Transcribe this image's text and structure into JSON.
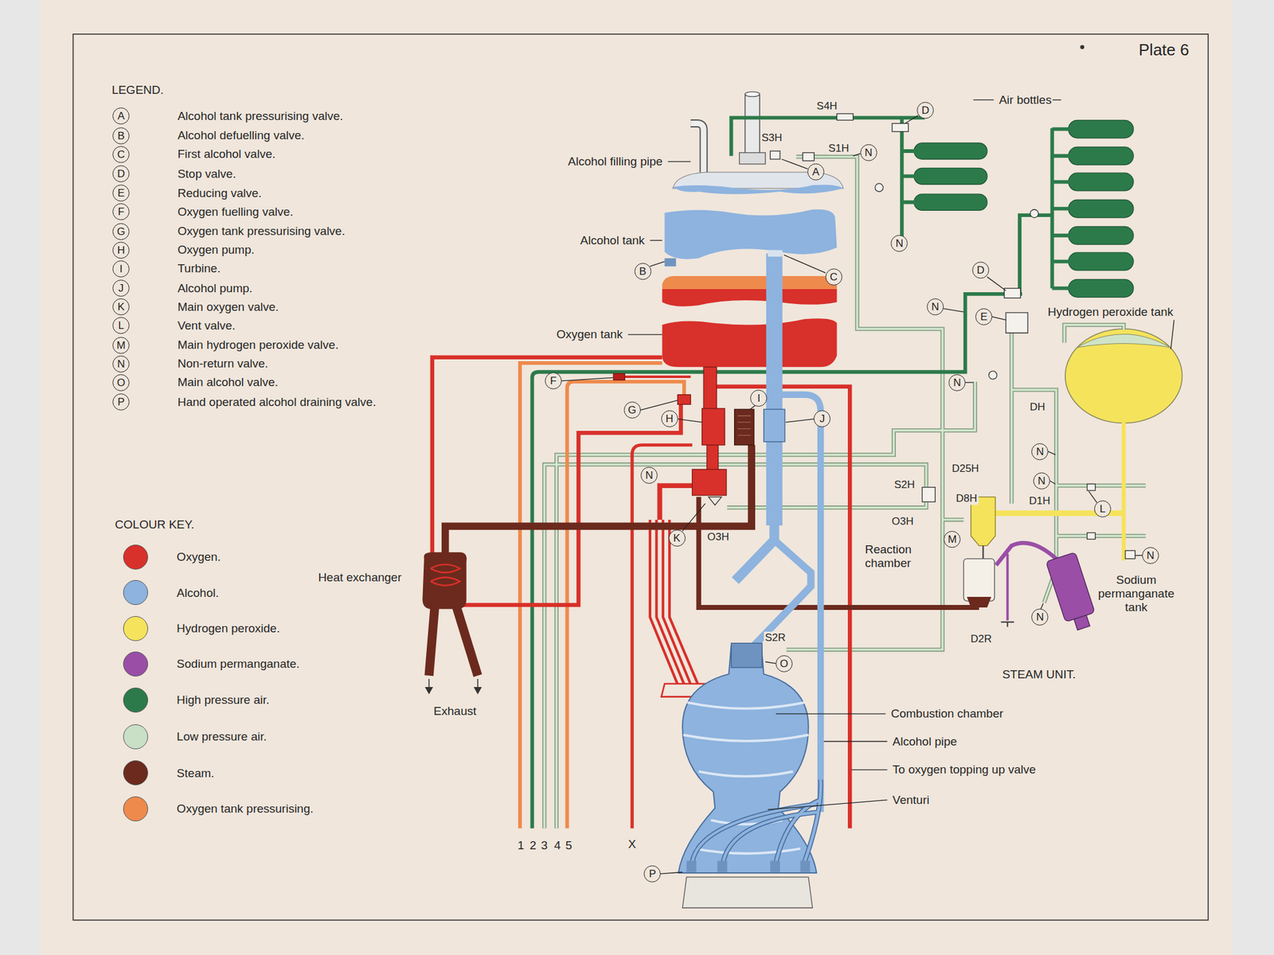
{
  "diagram": {
    "nodes": [
      {
        "text": [
          "A"
        ]
      },
      {
        "text": [
          "B"
        ]
      },
      {
        "text": [
          "C"
        ]
      },
      {
        "text": [
          "D"
        ]
      },
      {
        "text": [
          "E"
        ]
      },
      {
        "text": [
          "F"
        ]
      },
      {
        "text": [
          "G"
        ]
      },
      {
        "text": [
          "H"
        ]
      },
      {
        "text": [
          "I"
        ]
      },
      {
        "text": [
          "J"
        ]
      },
      {
        "text": [
          "K"
        ]
      },
      {
        "text": [
          "L"
        ]
      },
      {
        "text": [
          "M"
        ]
      },
      {
        "text": [
          "N"
        ]
      },
      {
        "text": [
          "O"
        ]
      },
      {
        "text": [
          "P"
        ]
      },
      {
        "text": [
          "A"
        ]
      },
      {
        "text": [
          "B"
        ]
      },
      {
        "text": [
          "C"
        ]
      },
      {
        "text": [
          "D"
        ]
      },
      {
        "text": [
          "N"
        ]
      },
      {
        "text": [
          "N"
        ]
      },
      {
        "text": [
          "D"
        ]
      },
      {
        "text": [
          "N"
        ]
      },
      {
        "text": [
          "E"
        ]
      },
      {
        "text": [
          "F"
        ]
      },
      {
        "text": [
          "N"
        ]
      },
      {
        "text": [
          "I"
        ]
      },
      {
        "text": [
          "G"
        ]
      },
      {
        "text": [
          "H"
        ]
      },
      {
        "text": [
          "J"
        ]
      },
      {
        "text": [
          "N"
        ]
      },
      {
        "text": [
          "N"
        ]
      },
      {
        "text": [
          "N"
        ]
      },
      {
        "text": [
          "L"
        ]
      },
      {
        "text": [
          "K"
        ]
      },
      {
        "text": [
          "M"
        ]
      },
      {
        "text": [
          "N"
        ]
      },
      {
        "text": [
          "N"
        ]
      },
      {
        "text": [
          "O"
        ]
      },
      {
        "text": [
          "P"
        ]
      }
    ],
    "labels": [
      "Plate 6",
      "LEGEND.",
      "COLOUR KEY.",
      "Air bottles",
      "Alcohol filling pipe",
      "Alcohol tank",
      "Oxygen tank",
      "Hydrogen peroxide tank",
      "Heat exchanger",
      "Exhaust",
      "S4H",
      "S3H",
      "S1H",
      "DH",
      "D25H",
      "D8H",
      "D1H",
      "S2H",
      "O3H",
      "O3H",
      "Reaction chamber",
      "Sodium permanganate tank",
      "D2R",
      "STEAM UNIT.",
      "S2R",
      "Combustion chamber",
      "Alcohol pipe",
      "To oxygen topping up valve",
      "Venturi",
      "1",
      "2",
      "3",
      "4",
      "5",
      "X"
    ],
    "legend": [
      {
        "text": "Alcohol tank pressurising valve."
      },
      {
        "text": "Alcohol defuelling valve."
      },
      {
        "text": "First alcohol valve."
      },
      {
        "text": "Stop valve."
      },
      {
        "text": "Reducing valve."
      },
      {
        "text": "Oxygen fuelling valve."
      },
      {
        "text": "Oxygen tank pressurising valve."
      },
      {
        "text": "Oxygen pump."
      },
      {
        "text": "Turbine."
      },
      {
        "text": "Alcohol pump."
      },
      {
        "text": "Main oxygen valve."
      },
      {
        "text": "Vent valve."
      },
      {
        "text": "Main hydrogen peroxide valve."
      },
      {
        "text": "Non-return valve."
      },
      {
        "text": "Main alcohol valve."
      },
      {
        "text": "Hand operated alcohol draining valve."
      },
      {
        "text": "Oxygen.",
        "color": "#d8302a"
      },
      {
        "text": "Alcohol.",
        "color": "#8db3de"
      },
      {
        "text": "Hydrogen peroxide.",
        "color": "#f5e35c"
      },
      {
        "text": "Sodium permanganate.",
        "color": "#9a4ea6"
      },
      {
        "text": "High pressure air.",
        "color": "#2c7a4a"
      },
      {
        "text": "Low pressure air.",
        "color": "#c9dfc6"
      },
      {
        "text": "Steam.",
        "color": "#6b2a1d"
      },
      {
        "text": "Oxygen tank pressurising.",
        "color": "#ee8a4c"
      }
    ]
  }
}
